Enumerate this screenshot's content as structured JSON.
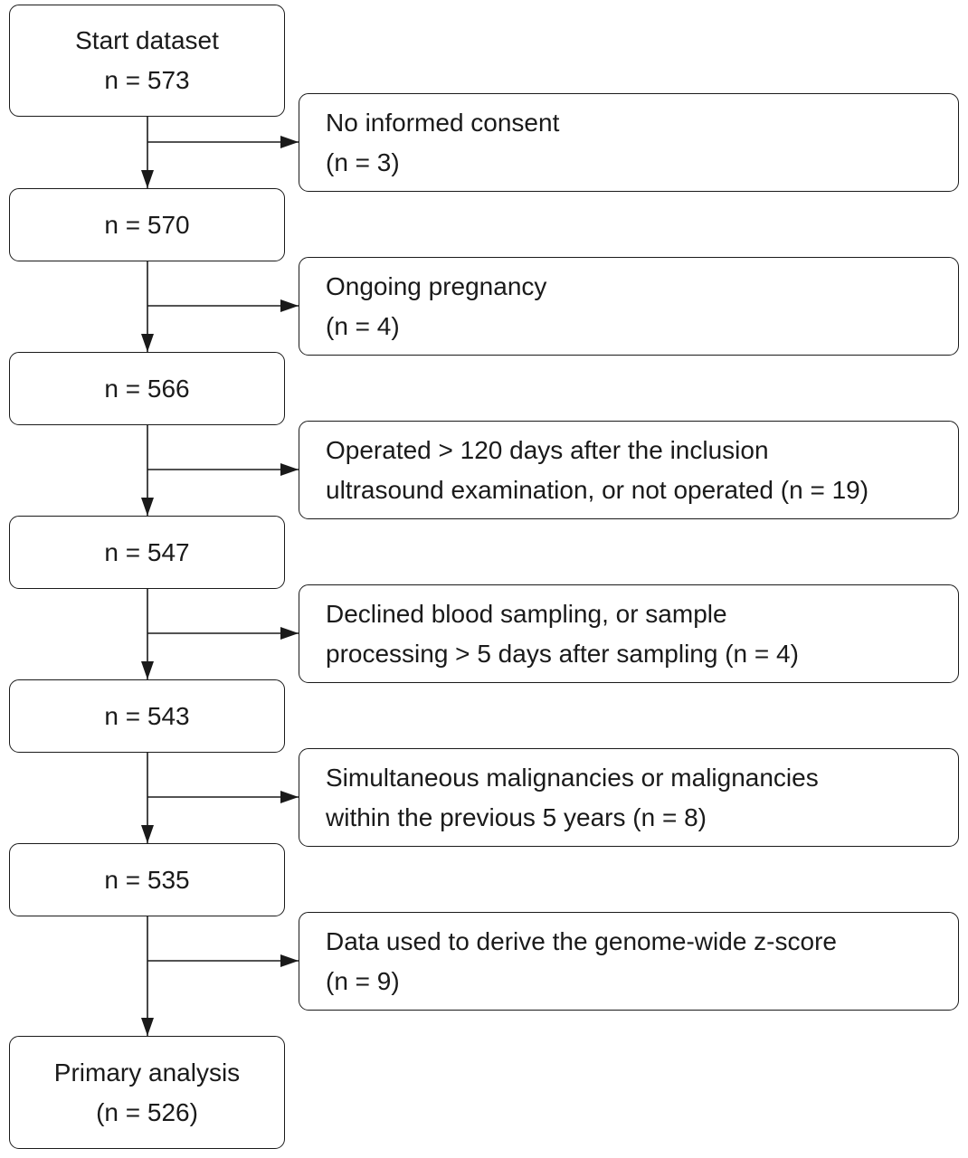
{
  "main_steps": [
    {
      "lines": [
        "Start dataset",
        "n = 573"
      ]
    },
    {
      "lines": [
        "n = 570"
      ]
    },
    {
      "lines": [
        "n = 566"
      ]
    },
    {
      "lines": [
        "n = 547"
      ]
    },
    {
      "lines": [
        "n = 543"
      ]
    },
    {
      "lines": [
        "n = 535"
      ]
    },
    {
      "lines": [
        "Primary analysis",
        "(n = 526)"
      ]
    }
  ],
  "exclusions": [
    {
      "lines": [
        "No informed consent",
        "(n = 3)"
      ]
    },
    {
      "lines": [
        "Ongoing pregnancy",
        "(n = 4)"
      ]
    },
    {
      "lines": [
        "Operated > 120 days after the inclusion",
        "ultrasound examination, or not operated (n = 19)"
      ]
    },
    {
      "lines": [
        "Declined blood sampling, or sample",
        "processing > 5 days after sampling (n = 4)"
      ]
    },
    {
      "lines": [
        "Simultaneous malignancies or malignancies",
        "within the previous 5 years (n = 8)"
      ]
    },
    {
      "lines": [
        "Data used to derive the genome-wide z-score",
        "(n = 9)"
      ]
    }
  ],
  "colors": {
    "stroke": "#1a1a1a",
    "background": "#ffffff"
  }
}
